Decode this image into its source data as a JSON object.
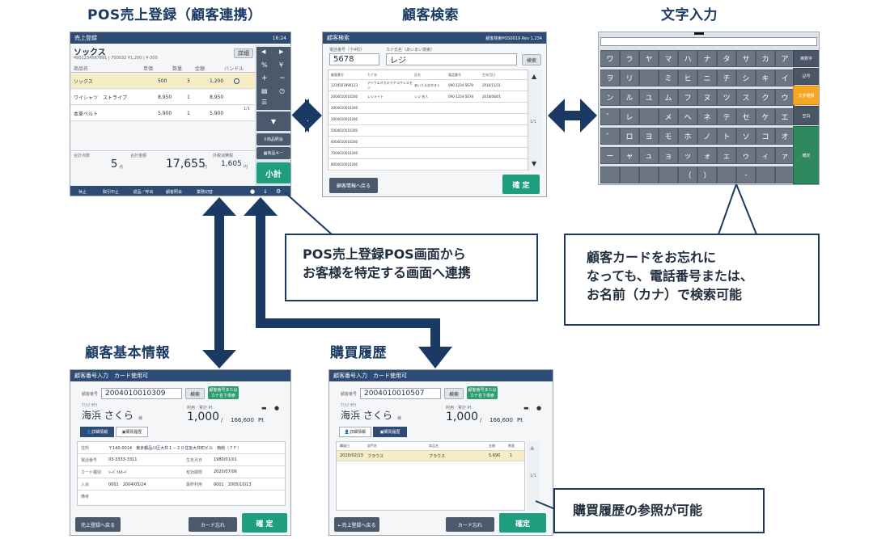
{
  "titles": {
    "pos": "POS売上登録（顧客連携）",
    "search": "顧客検索",
    "char_input": "文字入力",
    "basic": "顧客基本情報",
    "history": "購買履歴"
  },
  "pos": {
    "header": "売上登録",
    "header_time": "16:24",
    "item_title": "ソックス",
    "item_sub": "4901234567891 | 700032 ¥1,200 | ¥-300",
    "detail_btn": "詳細",
    "col_headers": [
      "商品名",
      "単価",
      "数量",
      "金額",
      "バンドル"
    ],
    "rows": [
      {
        "name": "ソックス",
        "price": "500",
        "qty": "3",
        "amount": "1,200"
      },
      {
        "name": "ワイシャツ　ストライプ",
        "price": "8,950",
        "qty": "1",
        "amount": "8,950"
      },
      {
        "name": "本革ベルト",
        "price": "5,900",
        "qty": "1",
        "amount": "5,900"
      }
    ],
    "total_qty_label": "合計点数",
    "total_qty": "5",
    "total_qty_unit": "点",
    "total_amount_label": "合計金額",
    "total_amount": "17,655",
    "total_amount_unit": "円",
    "tax_label": "外税消費税",
    "tax": "1,605",
    "tax_unit": "円",
    "page": "1/1",
    "side_buttons": [
      "商品照会",
      "商品キー"
    ],
    "subtotal": "小計",
    "footer": [
      "休止",
      "取引中止",
      "返品／呼出",
      "顧客照会",
      "業務切替"
    ]
  },
  "search": {
    "header": "顧客検索",
    "header_right": "顧客検索POS0019    Rev    1.234",
    "phone_label": "電話番号（下4桁）",
    "phone_value": "5678",
    "kana_label": "カナ氏名（あいまい検索）",
    "kana_value": "レジ",
    "search_btn": "検索",
    "col_headers": [
      "顧客番号",
      "カナ名",
      "氏名",
      "電話番号",
      "生年月日"
    ],
    "rows": [
      [
        "1234567890123",
        "アイウエオカキクケコサシスセソ",
        "あいうえおかきく",
        "090-1234-5678",
        "2016/11/11"
      ],
      [
        "2004010010200",
        "レジメイト",
        "レジ 名人",
        "090-1234-5678",
        "2018/08/01"
      ],
      [
        "3004010010200",
        "",
        "",
        "",
        ""
      ],
      [
        "3004010010200",
        "",
        "",
        "",
        ""
      ],
      [
        "5004010010200",
        "",
        "",
        "",
        ""
      ],
      [
        "6004010010200",
        "",
        "",
        "",
        ""
      ],
      [
        "7004010010200",
        "",
        "",
        "",
        ""
      ],
      [
        "8004010010200",
        "",
        "",
        "",
        ""
      ]
    ],
    "back_btn": "顧客情報へ戻る",
    "confirm_btn": "確 定",
    "page": "1/1"
  },
  "keyboard": {
    "rows": [
      [
        "ワ",
        "ラ",
        "ヤ",
        "マ",
        "ハ",
        "ナ",
        "タ",
        "サ",
        "カ",
        "ア"
      ],
      [
        "ヲ",
        "リ",
        "",
        "ミ",
        "ヒ",
        "ニ",
        "チ",
        "シ",
        "キ",
        "イ"
      ],
      [
        "ン",
        "ル",
        "ユ",
        "ム",
        "フ",
        "ヌ",
        "ツ",
        "ス",
        "ク",
        "ウ"
      ],
      [
        "゛",
        "レ",
        "",
        "メ",
        "ヘ",
        "ネ",
        "テ",
        "セ",
        "ケ",
        "エ"
      ],
      [
        "゜",
        "ロ",
        "ヨ",
        "モ",
        "ホ",
        "ノ",
        "ト",
        "ソ",
        "コ",
        "オ"
      ],
      [
        "ー",
        "ャ",
        "ュ",
        "ョ",
        "ッ",
        "ォ",
        "ェ",
        "ゥ",
        "ィ",
        "ァ"
      ],
      [
        "",
        "",
        "",
        "",
        "（",
        "）",
        "",
        "-",
        "",
        ""
      ]
    ],
    "side": [
      "英数字",
      "記号",
      "文字種類",
      "空白",
      "確定"
    ]
  },
  "basic": {
    "header": "顧客番号入力　カード使用可",
    "num_label": "顧客番号",
    "num_value": "2004010010309",
    "search_btn": "検索",
    "green_btn": "顧客番号またはカナ名で検索",
    "kana": "ｳﾐﾊﾏ ｻｸﾗ",
    "name": "海浜 さくら",
    "honorific": "様",
    "points_label": "利用／累計 Pt",
    "points": "1,000",
    "points_total": "166,600",
    "pt": "Pt",
    "tabs": [
      "詳細情報",
      "購買履歴"
    ],
    "fields": [
      {
        "label": "住所",
        "value": "〒140-0014　東京都品川区大井１－２０住友大井町ビル　南館（７Ｆ）"
      },
      {
        "label": "電話番号",
        "value": "03-3333-3311",
        "label2": "生年月日",
        "value2": "1980/01/01"
      },
      {
        "label": "カード種別",
        "value": "ｼｰﾊﾞｲﾙｶｰﾄﾞ",
        "label2": "有効期限",
        "value2": "2020/07/06"
      },
      {
        "label": "入会",
        "value": "0001　2004/05/24",
        "label2": "最終利用",
        "value2": "0001　2005/10/13"
      },
      {
        "label": "備考",
        "value": ""
      }
    ],
    "back_btn": "売上登録へ戻る",
    "card_btn": "カード忘れ",
    "confirm_btn": "確 定"
  },
  "history": {
    "header": "顧客番号入力　カード使用可",
    "num_label": "顧客番号",
    "num_value": "2004010010507",
    "search_btn": "検索",
    "green_btn": "顧客番号またはカナ名で検索",
    "kana": "ｳﾐﾊﾏ ｻｸﾗ",
    "name": "海浜 さくら",
    "honorific": "様",
    "points_label": "利用／累計 Pt",
    "points": "1,000",
    "points_total": "166,600",
    "pt": "Pt",
    "tabs": [
      "詳細情報",
      "購買履歴"
    ],
    "col_headers": [
      "購買日",
      "部門名",
      "商品名",
      "金額",
      "数量"
    ],
    "row": [
      "2020/02/13",
      "ブラウス",
      "ブラウス",
      "5,690",
      "1"
    ],
    "page": "1/1",
    "back_btn": "←売上登録へ戻る",
    "card_btn": "カード忘れ",
    "confirm_btn": "確定"
  },
  "callouts": {
    "link": [
      "POS売上登録POS画面から",
      "お客様を特定する画面へ連携"
    ],
    "search_hint": [
      "顧客カードをお忘れに",
      "なっても、電話番号または、",
      "お名前（カナ）で検索可能"
    ],
    "history_hint": "購買履歴の参照が可能"
  },
  "colors": {
    "navy": "#1a3a63",
    "teal": "#1e9e7e",
    "header": "#2d4b73",
    "highlight": "#f6edc4",
    "orange": "#f5a623"
  }
}
